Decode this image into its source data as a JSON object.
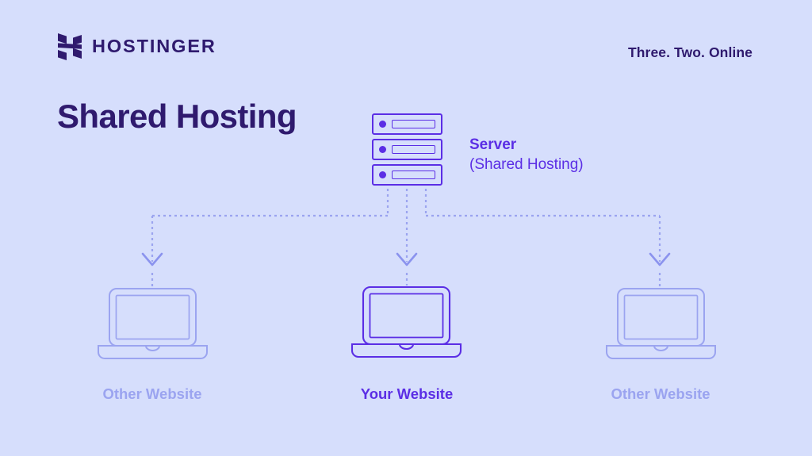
{
  "brand": {
    "wordmark": "HOSTINGER",
    "tagline": "Three. Two. Online"
  },
  "title": "Shared Hosting",
  "server": {
    "label_primary": "Server",
    "label_secondary": "(Shared Hosting)",
    "unit_count": 3
  },
  "nodes": [
    {
      "caption": "Other Website",
      "emphasis": "muted"
    },
    {
      "caption": "Your Website",
      "emphasis": "strong"
    },
    {
      "caption": "Other Website",
      "emphasis": "muted"
    }
  ],
  "colors": {
    "background": "#d6defc",
    "ink_dark": "#2f1a6e",
    "accent": "#5b2ee5",
    "muted": "#9ba4f0"
  }
}
